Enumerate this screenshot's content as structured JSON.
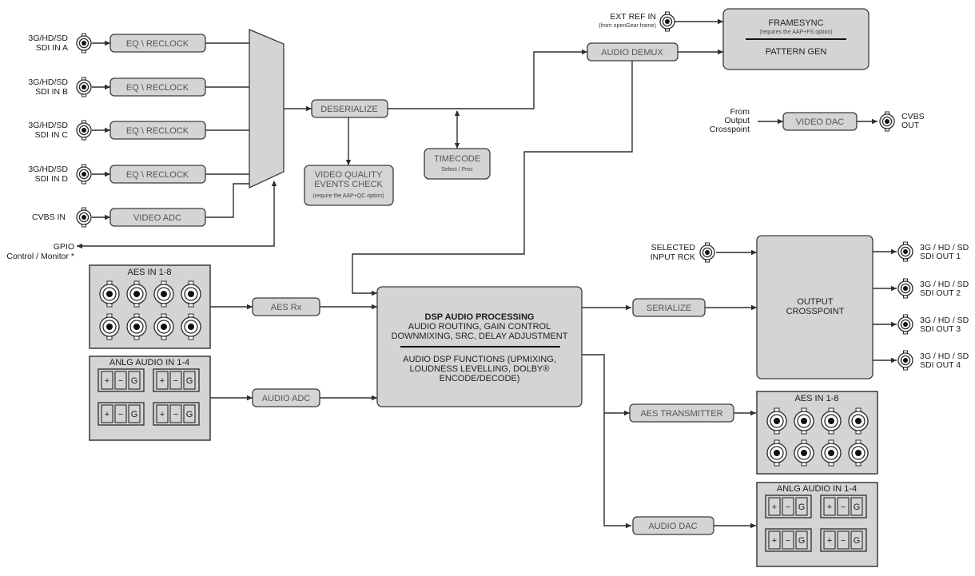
{
  "diagram": {
    "inputs": {
      "sdi": [
        {
          "line1": "3G/HD/SD",
          "line2": "SDI IN A"
        },
        {
          "line1": "3G/HD/SD",
          "line2": "SDI IN B"
        },
        {
          "line1": "3G/HD/SD",
          "line2": "SDI IN C"
        },
        {
          "line1": "3G/HD/SD",
          "line2": "SDI IN D"
        }
      ],
      "cvbs_in": "CVBS IN",
      "gpio_line1": "GPIO",
      "gpio_line2": "Control / Monitor *",
      "ext_ref": "EXT REF IN",
      "ext_ref_note": "(from openGear frame)",
      "selected_input_line1": "SELECTED",
      "selected_input_line2": "INPUT RCK",
      "from_output_line1": "From",
      "from_output_line2": "Output",
      "from_output_line3": "Crosspoint"
    },
    "blocks": {
      "eq_reclock": "EQ \\ RECLOCK",
      "video_adc": "VIDEO ADC",
      "deserialize": "DESERIALIZE",
      "vq_line1": "VIDEO QUALITY",
      "vq_line2": "EVENTS CHECK",
      "vq_note": "(require the AAP+QC option)",
      "timecode": "TIMECODE",
      "timecode_sub": "Select / Proc",
      "audio_demux": "AUDIO DEMUX",
      "framesync": "FRAMESYNC",
      "framesync_note": "(requires the AAP+FS option)",
      "pattern_gen": "PATTERN GEN",
      "video_dac": "VIDEO DAC",
      "aes_rx": "AES Rx",
      "audio_adc": "AUDIO ADC",
      "dsp_title": "DSP AUDIO PROCESSING",
      "dsp_line1": "AUDIO ROUTING, GAIN CONTROL",
      "dsp_line2": "DOWNMIXING, SRC, DELAY ADJUSTMENT",
      "dsp_line3": "AUDIO DSP FUNCTIONS (UPMIXING,",
      "dsp_line4": "LOUDNESS LEVELLING, DOLBY®",
      "dsp_line5": "ENCODE/DECODE)",
      "serialize": "SERIALIZE",
      "output_xp_line1": "OUTPUT",
      "output_xp_line2": "CROSSPOINT",
      "aes_transmitter": "AES TRANSMITTER",
      "audio_dac": "AUDIO DAC"
    },
    "panels": {
      "aes_in": "AES IN 1-8",
      "anlg_in": "ANLG AUDIO IN 1-4",
      "aes_out": "AES IN 1-8",
      "anlg_out": "ANLG AUDIO IN 1-4",
      "terminal_labels": [
        "+",
        "−",
        "G"
      ]
    },
    "outputs": {
      "cvbs_line1": "CVBS",
      "cvbs_line2": "OUT",
      "sdi": [
        {
          "line1": "3G / HD / SD",
          "line2": "SDI OUT 1"
        },
        {
          "line1": "3G / HD / SD",
          "line2": "SDI OUT 2"
        },
        {
          "line1": "3G / HD / SD",
          "line2": "SDI OUT 3"
        },
        {
          "line1": "3G / HD / SD",
          "line2": "SDI OUT 4"
        }
      ]
    }
  }
}
